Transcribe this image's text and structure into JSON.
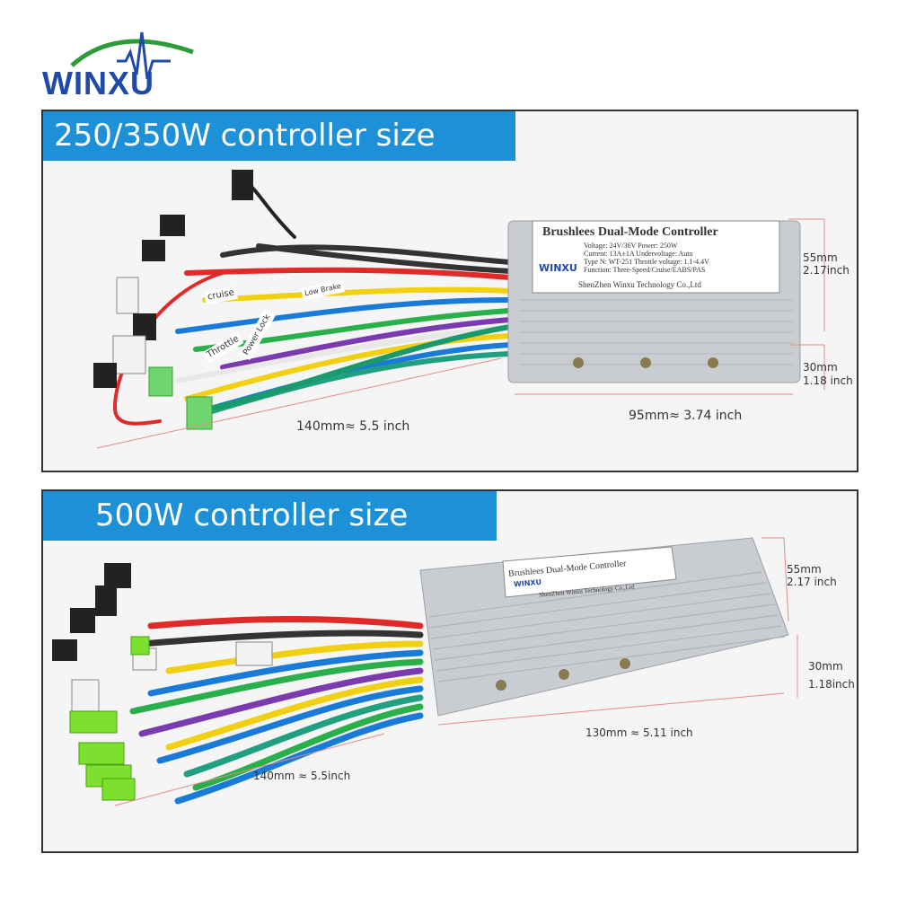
{
  "brand": {
    "name": "WINXU"
  },
  "sections": [
    {
      "title": "250/350W controller size",
      "label": {
        "heading": "Brushlees Dual-Mode Controller",
        "specs": [
          "Voltage: 24V/36V  Power: 250W",
          "Current: 13A±1A   Undervoltage: Auto",
          "Type N: WT-251   Throttle voltage: 1.1-4.4V",
          "Function: Three-Speed/Cruise/EABS/PAS"
        ],
        "maker": "ShenZhen Winxu Technology Co.,Ltd",
        "logo": "WINXU"
      },
      "dims": {
        "height_mm": "55mm",
        "height_in": "2.17inch",
        "depth_mm": "30mm",
        "depth_in": "1.18 inch",
        "length": "95mm≈ 3.74 inch",
        "cable": "140mm≈ 5.5 inch"
      },
      "wire_tags": [
        "Low Brake",
        "cruise",
        "Power Lock",
        "Throttle"
      ]
    },
    {
      "title": "500W controller size",
      "label": {
        "heading": "Brushlees Dual-Mode Controller",
        "maker": "ShenZhen Winxu Technology Co.,Ltd",
        "logo": "WINXU"
      },
      "dims": {
        "height_mm": "55mm",
        "height_in": "2.17 inch",
        "depth_mm": "30mm",
        "depth_in": "1.18inch",
        "length": "130mm ≈ 5.11 inch",
        "cable": "140mm ≈ 5.5inch"
      }
    }
  ],
  "colors": {
    "banner": "#1e90d8",
    "brand": "#1f4aa8",
    "logo_arc": "#2e9b3a"
  }
}
